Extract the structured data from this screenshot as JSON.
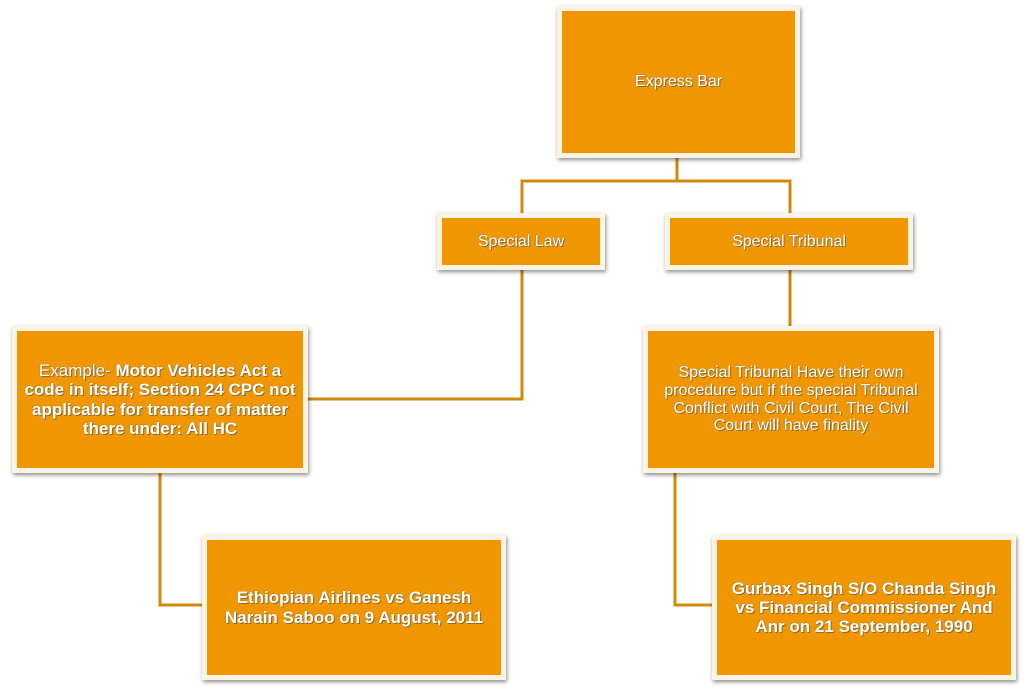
{
  "colors": {
    "node_fill": "#ef9600",
    "node_border": "#fbf4e4",
    "connector": "#d08a0c",
    "text": "#ffffff",
    "background": "#ffffff"
  },
  "nodes": {
    "root": {
      "label": "Express Bar"
    },
    "special_law": {
      "label": "Special Law"
    },
    "special_tribunal": {
      "label": "Special Tribunal"
    },
    "example": {
      "prefix": "Example- ",
      "bold_text": "Motor Vehicles Act a code in itself; Section 24 CPC not applicable for transfer of matter there under: All HC"
    },
    "tribunal_description": {
      "label": "Special Tribunal Have their own procedure but if the special Tribunal Conflict with Civil Court, The Civil Court will have finality"
    },
    "case_ethiopian": {
      "label": "Ethiopian Airlines vs Ganesh Narain Saboo on 9 August, 2011"
    },
    "case_gurbax": {
      "label": "Gurbax Singh S/O Chanda Singh vs Financial Commissioner And Anr on 21 September, 1990"
    }
  },
  "edges": [
    {
      "from": "root",
      "to": "special_law"
    },
    {
      "from": "root",
      "to": "special_tribunal"
    },
    {
      "from": "special_law",
      "to": "example"
    },
    {
      "from": "special_tribunal",
      "to": "tribunal_description"
    },
    {
      "from": "example",
      "to": "case_ethiopian"
    },
    {
      "from": "tribunal_description",
      "to": "case_gurbax"
    }
  ]
}
